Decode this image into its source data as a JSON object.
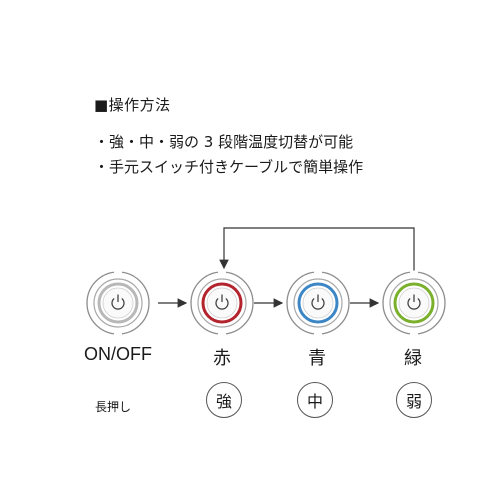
{
  "heading": "■操作方法",
  "bullets": [
    "・強・中・弱の 3 段階温度切替が可能",
    "・手元スイッチ付きケーブルで簡単操作"
  ],
  "buttons": [
    {
      "label": "ON/OFF",
      "ring_color": "#b8b8b8",
      "icon": "power-icon"
    },
    {
      "label": "赤",
      "ring_color": "#b3242e",
      "icon": "power-icon"
    },
    {
      "label": "青",
      "ring_color": "#3d86c6",
      "icon": "power-icon"
    },
    {
      "label": "緑",
      "ring_color": "#7ab02c",
      "icon": "power-icon"
    }
  ],
  "hold_label": "長押し",
  "levels": [
    "強",
    "中",
    "弱"
  ],
  "colors": {
    "line": "#333333",
    "rim": "#9a9a9a"
  }
}
